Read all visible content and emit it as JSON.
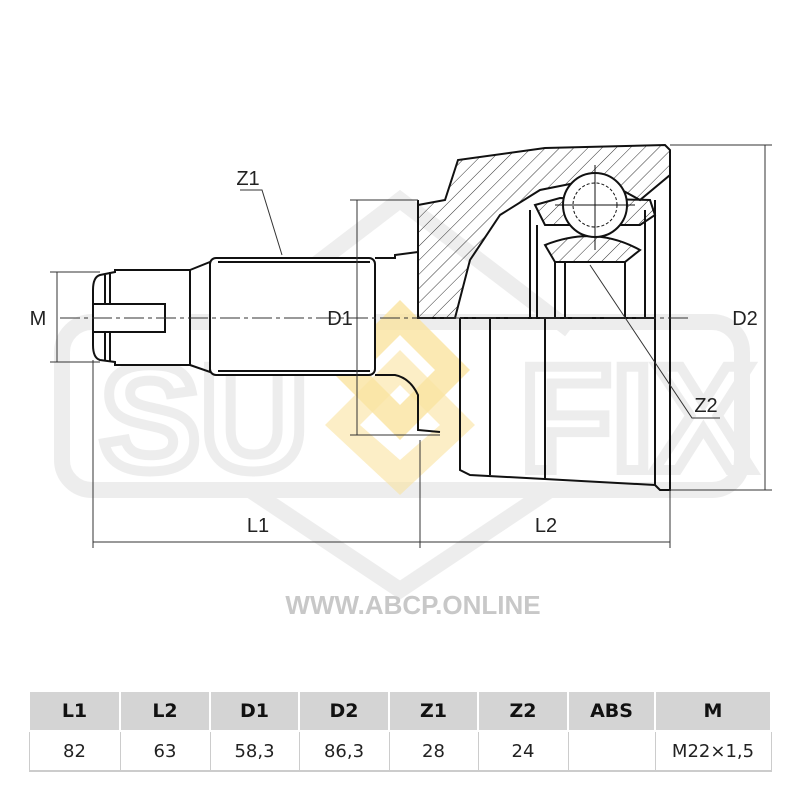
{
  "drawing": {
    "labels": {
      "M": "M",
      "D1": "D1",
      "D2": "D2",
      "L1": "L1",
      "L2": "L2",
      "Z1": "Z1",
      "Z2": "Z2"
    },
    "watermark": {
      "logo_text": "SUFIX",
      "url": "WWW.ABCP.ONLINE",
      "accent": "#f5c842"
    }
  },
  "table": {
    "headers": [
      "L1",
      "L2",
      "D1",
      "D2",
      "Z1",
      "Z2",
      "ABS",
      "M"
    ],
    "values": [
      "82",
      "63",
      "58,3",
      "86,3",
      "28",
      "24",
      "",
      "M22×1,5"
    ]
  }
}
